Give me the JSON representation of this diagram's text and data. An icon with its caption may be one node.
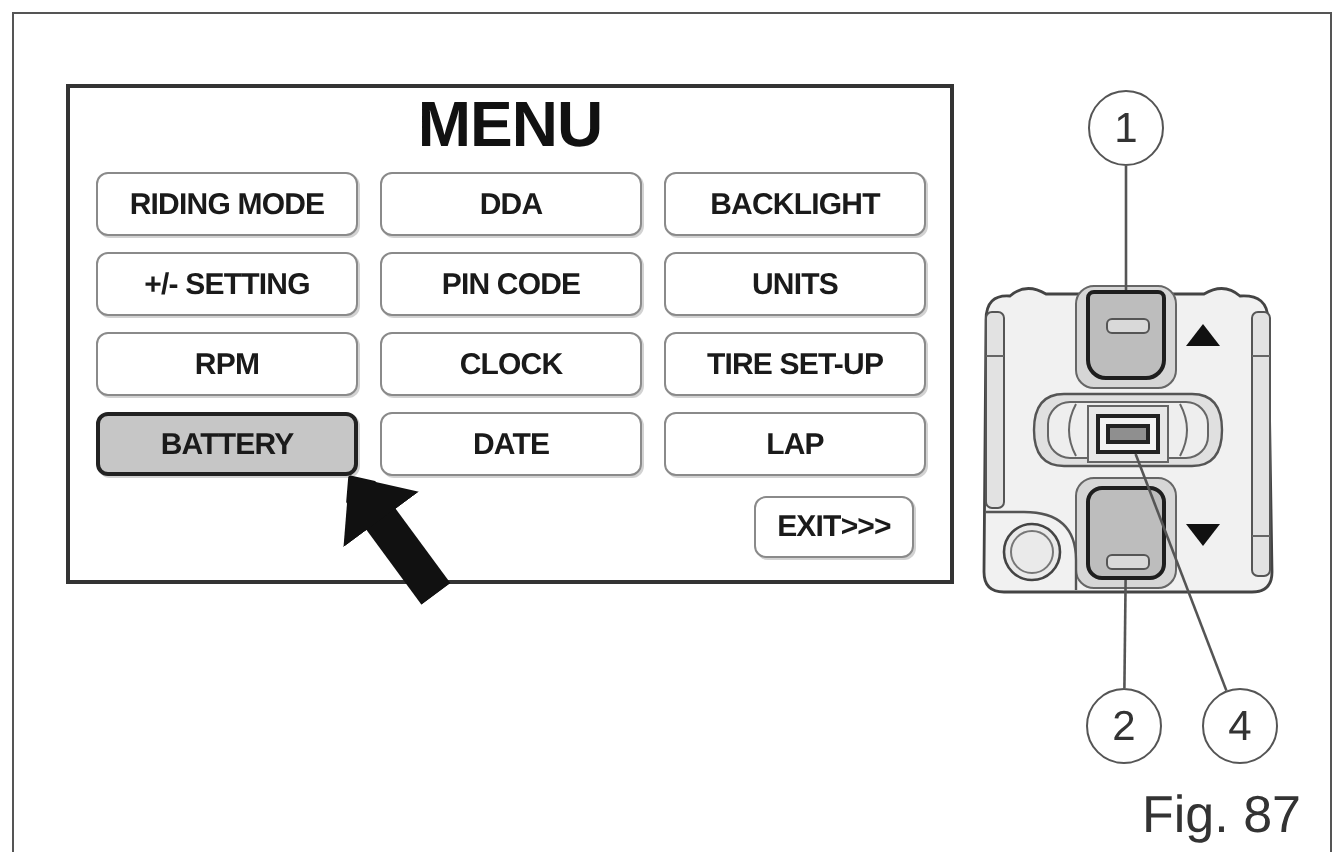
{
  "diagram": {
    "nodes": [
      {
        "text": [
          "MENU"
        ]
      },
      {
        "text": [
          "RIDING MODE"
        ],
        "in": 0
      },
      {
        "text": [
          "DDA"
        ],
        "in": 0
      },
      {
        "text": [
          "BACKLIGHT"
        ],
        "in": 0
      },
      {
        "text": [
          "+/- SETTING"
        ],
        "in": 0
      },
      {
        "text": [
          "PIN CODE"
        ],
        "in": 0
      },
      {
        "text": [
          "UNITS"
        ],
        "in": 0
      },
      {
        "text": [
          "RPM"
        ],
        "in": 0
      },
      {
        "text": [
          "CLOCK"
        ],
        "in": 0
      },
      {
        "text": [
          "TIRE SET-UP"
        ],
        "in": 0
      },
      {
        "text": [
          "BATTERY"
        ],
        "in": 0
      },
      {
        "text": [
          "DATE"
        ],
        "in": 0
      },
      {
        "text": [
          "LAP"
        ],
        "in": 0
      },
      {
        "text": [
          "EXIT>>>"
        ],
        "in": 0
      },
      {
        "text": [
          "1"
        ]
      },
      {
        "text": [],
        "shape": "box"
      },
      {
        "text": [],
        "shape": "box"
      },
      {
        "text": [],
        "shape": "box"
      },
      {
        "text": [
          "2"
        ]
      },
      {
        "text": [
          "4"
        ]
      }
    ],
    "edges": [
      {
        "from": null,
        "to": 10,
        "arrow": "to",
        "style": "thick",
        "color": "#111111"
      },
      {
        "from": 14,
        "to": 15,
        "arrow": "none"
      },
      {
        "from": 18,
        "to": 17,
        "arrow": "none"
      },
      {
        "from": 19,
        "to": 16,
        "arrow": "none"
      }
    ],
    "labels": [
      "Fig. 87"
    ]
  }
}
